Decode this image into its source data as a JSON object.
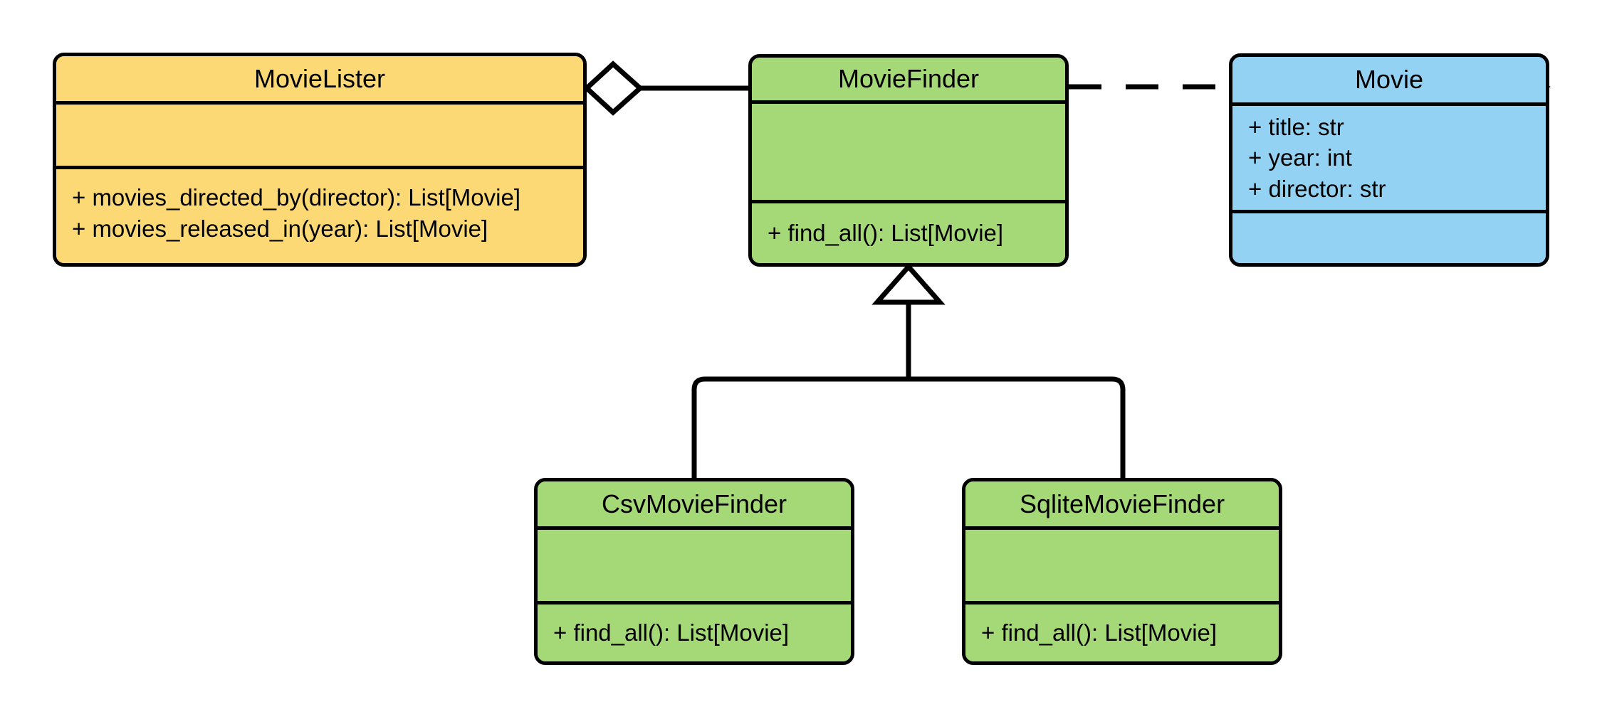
{
  "diagram": {
    "kind": "uml-class-diagram",
    "background": "#ffffff",
    "line_color": "#000000",
    "colors": {
      "client": "#fcd975",
      "finder": "#a5d977",
      "entity": "#93d2f3"
    }
  },
  "classes": {
    "movie_lister": {
      "name": "MovieLister",
      "fill": "#fcd975",
      "attributes": [],
      "methods": [
        "+ movies_directed_by(director): List[Movie]",
        "+ movies_released_in(year): List[Movie]"
      ]
    },
    "movie_finder": {
      "name": "MovieFinder",
      "fill": "#a5d977",
      "attributes": [],
      "methods": [
        "+ find_all(): List[Movie]"
      ]
    },
    "movie": {
      "name": "Movie",
      "fill": "#93d2f3",
      "attributes": [
        "+ title: str",
        "+ year: int",
        "+ director: str"
      ],
      "methods": []
    },
    "csv_movie_finder": {
      "name": "CsvMovieFinder",
      "fill": "#a5d977",
      "attributes": [],
      "methods": [
        "+ find_all(): List[Movie]"
      ]
    },
    "sqlite_movie_finder": {
      "name": "SqliteMovieFinder",
      "fill": "#a5d977",
      "attributes": [],
      "methods": [
        "+ find_all(): List[Movie]"
      ]
    }
  },
  "relationships": [
    {
      "id": "lister-aggregates-finder",
      "type": "aggregation",
      "source": "MovieLister",
      "target": "MovieFinder",
      "marker": "hollow-diamond",
      "line": "solid"
    },
    {
      "id": "finder-depends-movie",
      "type": "dependency",
      "source": "MovieFinder",
      "target": "Movie",
      "marker": "open-arrow",
      "line": "dashed"
    },
    {
      "id": "csv-inherits-finder",
      "type": "generalization",
      "source": "CsvMovieFinder",
      "target": "MovieFinder",
      "marker": "hollow-triangle",
      "line": "solid"
    },
    {
      "id": "sqlite-inherits-finder",
      "type": "generalization",
      "source": "SqliteMovieFinder",
      "target": "MovieFinder",
      "marker": "hollow-triangle",
      "line": "solid"
    }
  ]
}
